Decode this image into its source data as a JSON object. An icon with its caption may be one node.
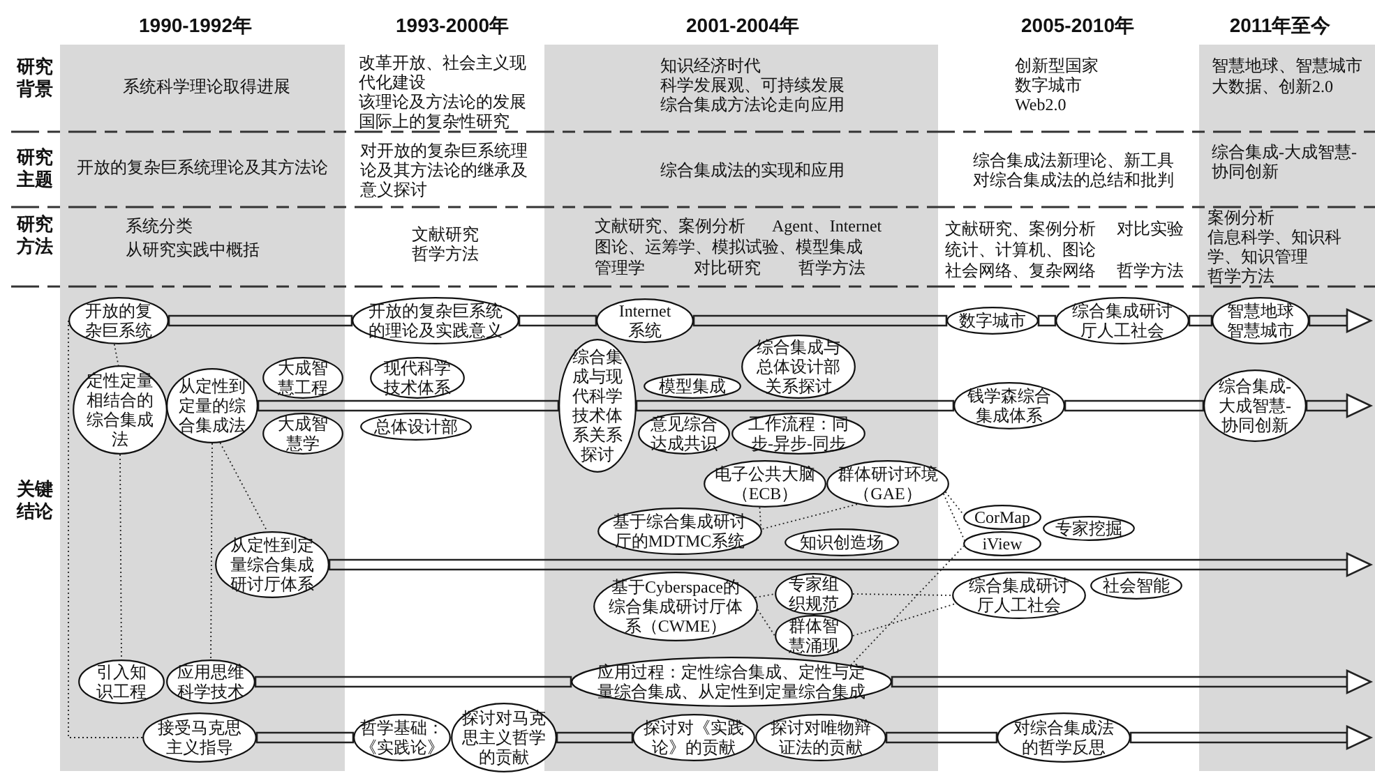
{
  "diagram": {
    "nodes": [
      {
        "text": [
          "开放的复杂巨系统"
        ]
      },
      {
        "text": [
          "开放的复杂巨系统的理论及实践意义"
        ]
      },
      {
        "text": [
          "Internet系统"
        ]
      },
      {
        "text": [
          "数字城市"
        ]
      },
      {
        "text": [
          "综合集成研讨厅人工社会"
        ]
      },
      {
        "text": [
          "智慧地球智慧城市"
        ]
      },
      {
        "text": [
          "定性定量相结合的综合集成法"
        ]
      },
      {
        "text": [
          "从定性到定量的综合集成法"
        ]
      },
      {
        "text": [
          "大成智慧工程"
        ]
      },
      {
        "text": [
          "大成智慧学"
        ]
      },
      {
        "text": [
          "现代科学技术体系"
        ]
      },
      {
        "text": [
          "总体设计部"
        ]
      },
      {
        "text": [
          "综合集成与现代科学技术体系关系探讨"
        ]
      },
      {
        "text": [
          "综合集成与总体设计部关系探讨"
        ]
      },
      {
        "text": [
          "模型集成"
        ]
      },
      {
        "text": [
          "意见综合达成共识"
        ]
      },
      {
        "text": [
          "工作流程：同步-异步-同步"
        ]
      },
      {
        "text": [
          "钱学森综合集成体系"
        ]
      },
      {
        "text": [
          "综合集成-大成智慧-协同创新"
        ]
      },
      {
        "text": [
          "电子公共大脑（ECB）"
        ]
      },
      {
        "text": [
          "群体研讨环境（GAE）"
        ]
      },
      {
        "text": [
          "基于综合集成研讨厅的MDTMC系统"
        ]
      },
      {
        "text": [
          "CorMap"
        ]
      },
      {
        "text": [
          "专家挖掘"
        ]
      },
      {
        "text": [
          "iView"
        ]
      },
      {
        "text": [
          "知识创造场"
        ]
      },
      {
        "text": [
          "从定性到定量综合集成研讨厅体系"
        ]
      },
      {
        "text": [
          "基于Cyberspace的综合集成研讨厅体系（CWME）"
        ]
      },
      {
        "text": [
          "专家组织规范"
        ]
      },
      {
        "text": [
          "综合集成研讨厅人工社会"
        ]
      },
      {
        "text": [
          "社会智能"
        ]
      },
      {
        "text": [
          "群体智慧涌现"
        ]
      },
      {
        "text": [
          "引入知识工程"
        ]
      },
      {
        "text": [
          "应用思维科学技术"
        ]
      },
      {
        "text": [
          "应用过程：定性综合集成、定性与定量综合集成、从定性到定量综合集成"
        ]
      },
      {
        "text": [
          "接受马克思主义指导"
        ]
      },
      {
        "text": [
          "哲学基础：《实践论》"
        ]
      },
      {
        "text": [
          "探讨对马克思主义哲学的贡献"
        ]
      },
      {
        "text": [
          "探讨对《实践论》的贡献"
        ]
      },
      {
        "text": [
          "探讨对唯物辩证法的贡献"
        ]
      },
      {
        "text": [
          "对综合集成法的哲学反思"
        ]
      }
    ],
    "edges": [
      {
        "from": 0,
        "to": 1,
        "arrow": "none"
      },
      {
        "from": 1,
        "to": 2,
        "arrow": "none"
      },
      {
        "from": 2,
        "to": 3,
        "arrow": "none"
      },
      {
        "from": 3,
        "to": 4,
        "arrow": "none"
      },
      {
        "from": 4,
        "to": 5,
        "arrow": "none"
      },
      {
        "from": 5,
        "to": null,
        "arrow": "to"
      },
      {
        "from": 7,
        "to": 12,
        "arrow": "none"
      },
      {
        "from": 12,
        "to": 17,
        "arrow": "none"
      },
      {
        "from": 17,
        "to": 18,
        "arrow": "none"
      },
      {
        "from": 18,
        "to": null,
        "arrow": "to"
      },
      {
        "from": 26,
        "to": null,
        "arrow": "to"
      },
      {
        "from": 33,
        "to": 34,
        "arrow": "none"
      },
      {
        "from": 34,
        "to": null,
        "arrow": "to"
      },
      {
        "from": 35,
        "to": 36,
        "arrow": "none"
      },
      {
        "from": 37,
        "to": 38,
        "arrow": "none"
      },
      {
        "from": 39,
        "to": 40,
        "arrow": "none"
      },
      {
        "from": 40,
        "to": null,
        "arrow": "to"
      },
      {
        "from": 0,
        "to": 6,
        "arrow": "none",
        "style": "dashed"
      },
      {
        "from": 0,
        "to": 35,
        "arrow": "none",
        "style": "dashed"
      },
      {
        "from": 6,
        "to": 32,
        "arrow": "none",
        "style": "dashed"
      },
      {
        "from": 7,
        "to": 33,
        "arrow": "none",
        "style": "dashed"
      },
      {
        "from": 7,
        "to": 26,
        "arrow": "none",
        "style": "dashed"
      },
      {
        "from": 19,
        "to": 21,
        "arrow": "none",
        "style": "dashed"
      },
      {
        "from": 20,
        "to": 21,
        "arrow": "none",
        "style": "dashed"
      },
      {
        "from": 20,
        "to": 22,
        "arrow": "none",
        "style": "dashed"
      },
      {
        "from": 20,
        "to": 24,
        "arrow": "none",
        "style": "dashed"
      },
      {
        "from": 27,
        "to": 28,
        "arrow": "none",
        "style": "dashed"
      },
      {
        "from": 27,
        "to": 31,
        "arrow": "none",
        "style": "dashed"
      },
      {
        "from": 28,
        "to": 29,
        "arrow": "none",
        "style": "dashed"
      },
      {
        "from": 31,
        "to": 29,
        "arrow": "none",
        "style": "dashed"
      },
      {
        "from": 34,
        "to": 24,
        "arrow": "none",
        "style": "dashed"
      }
    ],
    "labels": [
      "1990-1992年",
      "1993-2000年",
      "2001-2004年",
      "2005-2010年",
      "2011年至今",
      "研究背景",
      "系统科学理论取得进展",
      "改革开放、社会主义现代化建设",
      "该理论及方法论的发展",
      "国际上的复杂性研究",
      "知识经济时代",
      "科学发展观、可持续发展",
      "综合集成方法论走向应用",
      "创新型国家",
      "数字城市",
      "Web2.0",
      "智慧地球、智慧城市",
      "大数据、创新2.0",
      "研究主题",
      "开放的复杂巨系统理论及其方法论",
      "对开放的复杂巨系统理论及其方法论的继承及意义探讨",
      "综合集成法的实现和应用",
      "综合集成法新理论、新工具",
      "对综合集成法的总结和批判",
      "综合集成-大成智慧-协同创新",
      "研究方法",
      "系统分类",
      "从研究实践中概括",
      "文献研究",
      "哲学方法",
      "文献研究、案例分析",
      "Agent、Internet",
      "图论、运筹学、模拟试验、模型集成",
      "管理学",
      "对比研究",
      "哲学方法",
      "文献研究、案例分析",
      "对比实验",
      "统计、计算机、图论",
      "社会网络、复杂网络",
      "哲学方法",
      "案例分析",
      "信息科学、知识科学、知识管理",
      "哲学方法",
      "关键结论"
    ]
  }
}
